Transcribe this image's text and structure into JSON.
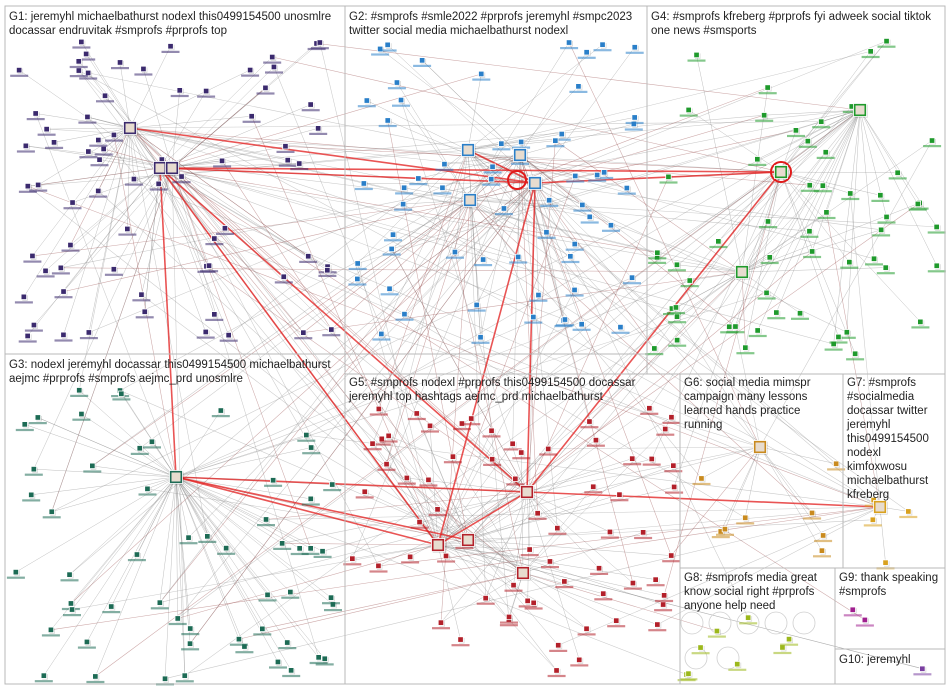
{
  "groups": [
    {
      "id": "G1",
      "lines": [
        "G1: jeremyhl michaelbathurst nodexl this0499154500 unosmlre",
        "docassar endruvitak #smprofs #prprofs top"
      ],
      "color": "#3b2a6e"
    },
    {
      "id": "G2",
      "lines": [
        "G2: #smprofs #smle2022 #prprofs jeremyhl #smpc2023",
        "twitter social media michaelbathurst nodexl"
      ],
      "color": "#2a7fc9"
    },
    {
      "id": "G3",
      "lines": [
        "G3: nodexl jeremyhl docassar this0499154500 michaelbathurst",
        "aejmc #prprofs #smprofs aejmc_prd unosmlre"
      ],
      "color": "#1d6b55"
    },
    {
      "id": "G4",
      "lines": [
        "G4: #smprofs kfreberg #prprofs fyi adweek social tiktok",
        "one news #smsports"
      ],
      "color": "#1f9a2c"
    },
    {
      "id": "G5",
      "lines": [
        "G5: #smprofs nodexl #prprofs this0499154500 docassar",
        "jeremyhl top hashtags aejmc_prd michaelbathurst"
      ],
      "color": "#b3202a"
    },
    {
      "id": "G6",
      "lines": [
        "G6: social media mimspr",
        "campaign many lessons",
        "learned hands practice",
        "running"
      ],
      "color": "#c98a1e"
    },
    {
      "id": "G7",
      "lines": [
        "G7: #smprofs",
        "#socialmedia",
        "docassar twitter",
        "jeremyhl",
        "this0499154500",
        "nodexl",
        "kimfoxwosu",
        "michaelbathurst",
        "kfreberg"
      ],
      "color": "#d9a11e"
    },
    {
      "id": "G8",
      "lines": [
        "G8: #smprofs media great",
        "know social right #prprofs",
        "anyone help need"
      ],
      "color": "#9cb81c"
    },
    {
      "id": "G9",
      "lines": [
        "G9: thank speaking",
        "#smprofs"
      ],
      "color": "#a0208f"
    },
    {
      "id": "G10",
      "lines": [
        "G10: jeremyhl"
      ],
      "color": "#7a3fa0"
    }
  ],
  "edge_color": "#8a8a8a",
  "hub_edge_color": "#e11b1b"
}
